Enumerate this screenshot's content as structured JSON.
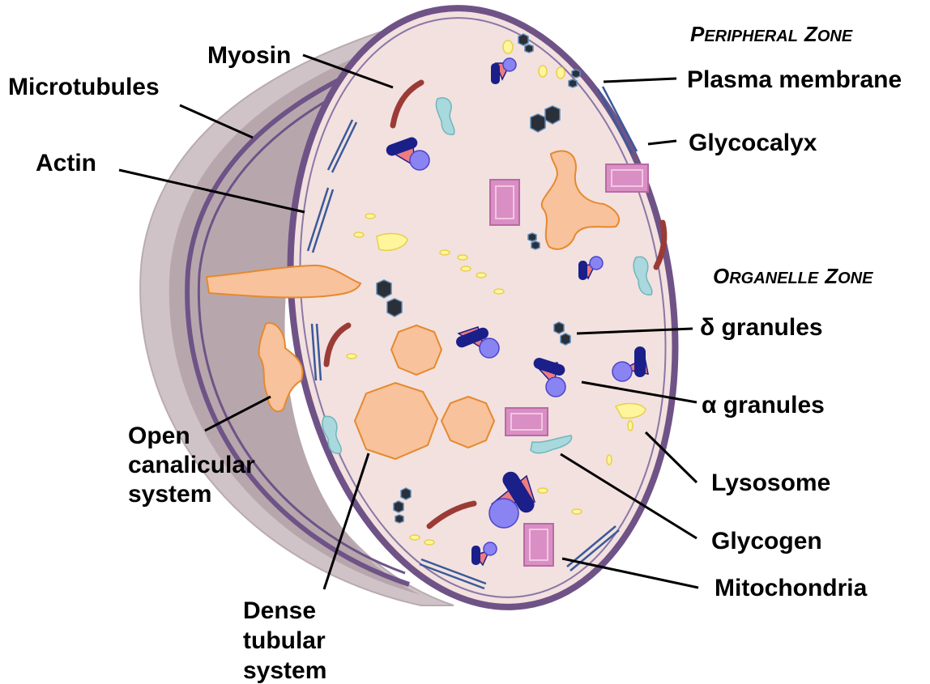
{
  "zones": {
    "peripheral": {
      "first": [
        "P",
        "ERIPHERAL"
      ],
      "second": [
        "Z",
        "ONE"
      ]
    },
    "organelle": {
      "first": [
        "O",
        "RGANELLE"
      ],
      "second": [
        "Z",
        "ONE"
      ]
    }
  },
  "labels": {
    "myosin": "Myosin",
    "microtubules": "Microtubules",
    "actin": "Actin",
    "plasma_membrane": "Plasma membrane",
    "glycocalyx": "Glycocalyx",
    "delta_granules": "δ granules",
    "alpha_granules": "α granules",
    "lysosome": "Lysosome",
    "glycogen": "Glycogen",
    "mitochondria": "Mitochondria",
    "ocs_1": "Open",
    "ocs_2": "canalicular",
    "ocs_3": "system",
    "dts_1": "Dense",
    "dts_2": "tubular",
    "dts_3": "system"
  },
  "colors": {
    "cytoplasm": "#f2e1df",
    "membrane": "#6f5387",
    "back_shell": "#b7a7ad",
    "dense_tubular": "#f7c29c",
    "dense_tubular_stroke": "#e6892e",
    "mitochondria": "#d98fc4",
    "alpha_granule_blue": "#1b1f8a",
    "alpha_granule_pink": "#f07c7e",
    "alpha_granule_violet": "#8a83f2",
    "delta_granule": "#2b2f38",
    "lysosome": "#fff59c",
    "glycogen": "#a9d9dd",
    "myosin": "#9b3b36",
    "microtubules": "#3b5a9a"
  }
}
